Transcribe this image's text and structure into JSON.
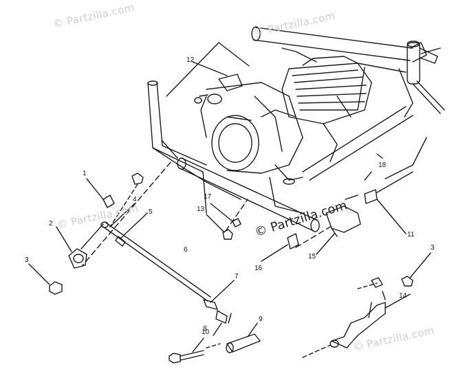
{
  "watermarks": {
    "top_left": "© Partzilla.com",
    "top_right": "© Partzilla.com",
    "middle_left": "© Partzilla.com",
    "bottom_right": "© Partzilla.com",
    "center": "© Partzilla.com"
  },
  "callouts": [
    "1",
    "2",
    "3",
    "4",
    "5",
    "6",
    "7",
    "8",
    "9",
    "10",
    "11",
    "12",
    "13",
    "14",
    "15",
    "16",
    "17",
    "18",
    "3"
  ],
  "colors": {
    "line": "#1a1a1a",
    "watermark": "#cfcfcf"
  }
}
